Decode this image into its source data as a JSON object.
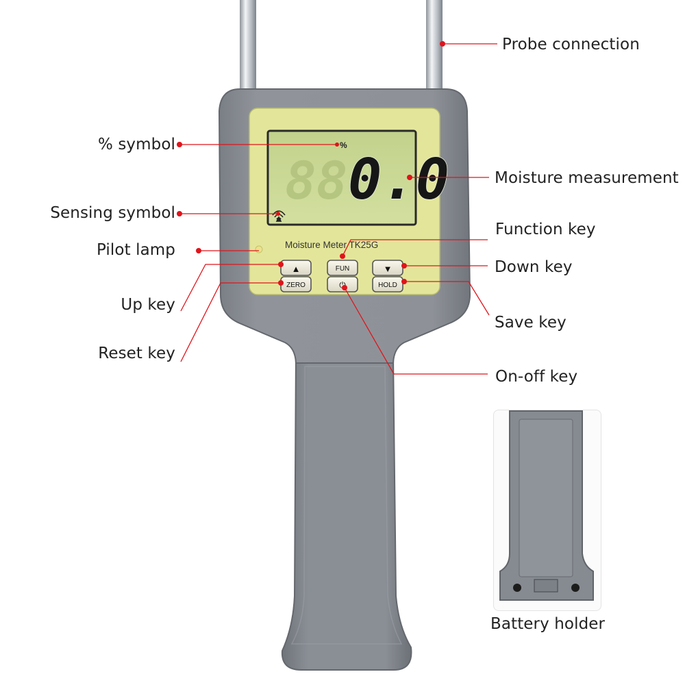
{
  "device": {
    "model_label": "Moisture Meter TK25G",
    "reading": "0.0",
    "ghost_digits": "88",
    "percent_symbol": "%",
    "keys": {
      "up": "▲",
      "down": "▼",
      "fun": "FUN",
      "zero": "ZERO",
      "hold": "HOLD",
      "power": "⏻"
    }
  },
  "callouts": {
    "probe_connection": "Probe connection",
    "percent_symbol": "% symbol",
    "moisture_measurement": "Moisture measurement",
    "sensing_symbol": "Sensing symbol",
    "function_key": "Function key",
    "pilot_lamp": "Pilot lamp",
    "down_key": "Down key",
    "up_key": "Up key",
    "save_key": "Save key",
    "reset_key": "Reset key",
    "on_off_key": "On-off key",
    "battery_holder": "Battery holder"
  },
  "colors": {
    "body_gray": "#8c9096",
    "lcd_green": "#c9d896",
    "panel_yellow": "#e4e79a",
    "leader_red": "#e0141b",
    "probe_steel": "#c8ccd0"
  }
}
